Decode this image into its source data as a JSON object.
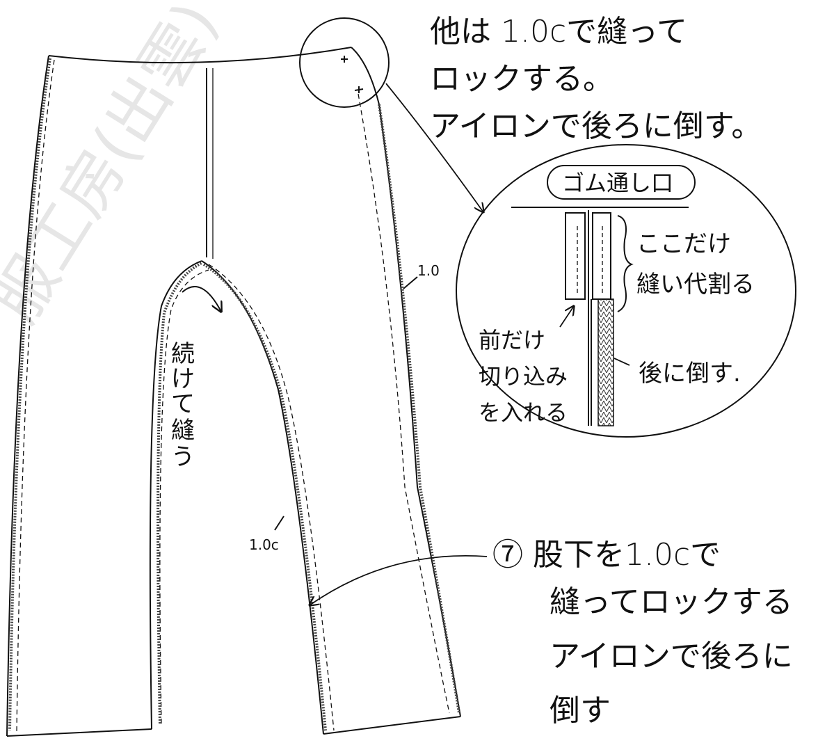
{
  "watermark": "服工房(出雲)",
  "notes": {
    "top_right": [
      "他は 1.0cで縫って",
      "ロックする。",
      "アイロンで後ろに倒す。"
    ],
    "step7": [
      "⑦ 股下を1.0cで",
      "縫ってロックする",
      "アイロンで後ろに",
      "倒す"
    ]
  },
  "detail": {
    "label_gomu": "ゴム通し口",
    "label_wari": [
      "ここだけ",
      "縫い代割る"
    ],
    "label_front": [
      "前だけ",
      "切り込み",
      "を入れる"
    ],
    "label_back": "後に倒す."
  },
  "labels": {
    "crotch_continue": [
      "続",
      "け",
      "て",
      "縫",
      "う"
    ],
    "seam_right": "1.0",
    "seam_inner": "1.0c"
  }
}
